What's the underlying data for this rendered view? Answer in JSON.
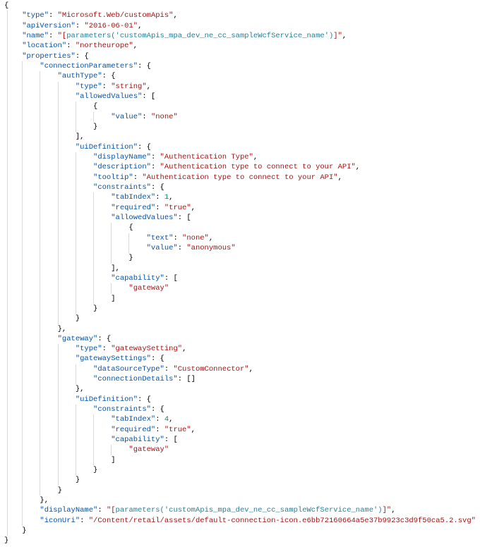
{
  "lines": [
    [
      0,
      [
        [
          "p",
          "{"
        ]
      ]
    ],
    [
      1,
      [
        [
          "k",
          "\"type\""
        ],
        [
          "p",
          ": "
        ],
        [
          "s",
          "\"Microsoft.Web/customApis\""
        ],
        [
          "p",
          ","
        ]
      ]
    ],
    [
      1,
      [
        [
          "k",
          "\"apiVersion\""
        ],
        [
          "p",
          ": "
        ],
        [
          "s",
          "\"2016-06-01\""
        ],
        [
          "p",
          ","
        ]
      ]
    ],
    [
      1,
      [
        [
          "k",
          "\"name\""
        ],
        [
          "p",
          ": "
        ],
        [
          "s",
          "\"["
        ],
        [
          "t",
          "parameters('customApis_mpa_dev_ne_cc_sampleWcfService_name')"
        ],
        [
          "s",
          "]\""
        ],
        [
          "p",
          ","
        ]
      ]
    ],
    [
      1,
      [
        [
          "k",
          "\"location\""
        ],
        [
          "p",
          ": "
        ],
        [
          "s",
          "\"northeurope\""
        ],
        [
          "p",
          ","
        ]
      ]
    ],
    [
      1,
      [
        [
          "k",
          "\"properties\""
        ],
        [
          "p",
          ": {"
        ]
      ]
    ],
    [
      2,
      [
        [
          "k",
          "\"connectionParameters\""
        ],
        [
          "p",
          ": {"
        ]
      ]
    ],
    [
      3,
      [
        [
          "k",
          "\"authType\""
        ],
        [
          "p",
          ": {"
        ]
      ]
    ],
    [
      4,
      [
        [
          "k",
          "\"type\""
        ],
        [
          "p",
          ": "
        ],
        [
          "s",
          "\"string\""
        ],
        [
          "p",
          ","
        ]
      ]
    ],
    [
      4,
      [
        [
          "k",
          "\"allowedValues\""
        ],
        [
          "p",
          ": ["
        ]
      ]
    ],
    [
      5,
      [
        [
          "p",
          "{"
        ]
      ]
    ],
    [
      6,
      [
        [
          "k",
          "\"value\""
        ],
        [
          "p",
          ": "
        ],
        [
          "s",
          "\"none\""
        ]
      ]
    ],
    [
      5,
      [
        [
          "p",
          "}"
        ]
      ]
    ],
    [
      4,
      [
        [
          "p",
          "],"
        ]
      ]
    ],
    [
      4,
      [
        [
          "k",
          "\"uiDefinition\""
        ],
        [
          "p",
          ": {"
        ]
      ]
    ],
    [
      5,
      [
        [
          "k",
          "\"displayName\""
        ],
        [
          "p",
          ": "
        ],
        [
          "s",
          "\"Authentication Type\""
        ],
        [
          "p",
          ","
        ]
      ]
    ],
    [
      5,
      [
        [
          "k",
          "\"description\""
        ],
        [
          "p",
          ": "
        ],
        [
          "s",
          "\"Authentication type to connect to your API\""
        ],
        [
          "p",
          ","
        ]
      ]
    ],
    [
      5,
      [
        [
          "k",
          "\"tooltip\""
        ],
        [
          "p",
          ": "
        ],
        [
          "s",
          "\"Authentication type to connect to your API\""
        ],
        [
          "p",
          ","
        ]
      ]
    ],
    [
      5,
      [
        [
          "k",
          "\"constraints\""
        ],
        [
          "p",
          ": {"
        ]
      ]
    ],
    [
      6,
      [
        [
          "k",
          "\"tabIndex\""
        ],
        [
          "p",
          ": "
        ],
        [
          "n",
          "1"
        ],
        [
          "p",
          ","
        ]
      ]
    ],
    [
      6,
      [
        [
          "k",
          "\"required\""
        ],
        [
          "p",
          ": "
        ],
        [
          "s",
          "\"true\""
        ],
        [
          "p",
          ","
        ]
      ]
    ],
    [
      6,
      [
        [
          "k",
          "\"allowedValues\""
        ],
        [
          "p",
          ": ["
        ]
      ]
    ],
    [
      7,
      [
        [
          "p",
          "{"
        ]
      ]
    ],
    [
      8,
      [
        [
          "k",
          "\"text\""
        ],
        [
          "p",
          ": "
        ],
        [
          "s",
          "\"none\""
        ],
        [
          "p",
          ","
        ]
      ]
    ],
    [
      8,
      [
        [
          "k",
          "\"value\""
        ],
        [
          "p",
          ": "
        ],
        [
          "s",
          "\"anonymous\""
        ]
      ]
    ],
    [
      7,
      [
        [
          "p",
          "}"
        ]
      ]
    ],
    [
      6,
      [
        [
          "p",
          "],"
        ]
      ]
    ],
    [
      6,
      [
        [
          "k",
          "\"capability\""
        ],
        [
          "p",
          ": ["
        ]
      ]
    ],
    [
      7,
      [
        [
          "s",
          "\"gateway\""
        ]
      ]
    ],
    [
      6,
      [
        [
          "p",
          "]"
        ]
      ]
    ],
    [
      5,
      [
        [
          "p",
          "}"
        ]
      ]
    ],
    [
      4,
      [
        [
          "p",
          "}"
        ]
      ]
    ],
    [
      3,
      [
        [
          "p",
          "},"
        ]
      ]
    ],
    [
      3,
      [
        [
          "k",
          "\"gateway\""
        ],
        [
          "p",
          ": {"
        ]
      ]
    ],
    [
      4,
      [
        [
          "k",
          "\"type\""
        ],
        [
          "p",
          ": "
        ],
        [
          "s",
          "\"gatewaySetting\""
        ],
        [
          "p",
          ","
        ]
      ]
    ],
    [
      4,
      [
        [
          "k",
          "\"gatewaySettings\""
        ],
        [
          "p",
          ": {"
        ]
      ]
    ],
    [
      5,
      [
        [
          "k",
          "\"dataSourceType\""
        ],
        [
          "p",
          ": "
        ],
        [
          "s",
          "\"CustomConnector\""
        ],
        [
          "p",
          ","
        ]
      ]
    ],
    [
      5,
      [
        [
          "k",
          "\"connectionDetails\""
        ],
        [
          "p",
          ": []"
        ]
      ]
    ],
    [
      4,
      [
        [
          "p",
          "},"
        ]
      ]
    ],
    [
      4,
      [
        [
          "k",
          "\"uiDefinition\""
        ],
        [
          "p",
          ": {"
        ]
      ]
    ],
    [
      5,
      [
        [
          "k",
          "\"constraints\""
        ],
        [
          "p",
          ": {"
        ]
      ]
    ],
    [
      6,
      [
        [
          "k",
          "\"tabIndex\""
        ],
        [
          "p",
          ": "
        ],
        [
          "n",
          "4"
        ],
        [
          "p",
          ","
        ]
      ]
    ],
    [
      6,
      [
        [
          "k",
          "\"required\""
        ],
        [
          "p",
          ": "
        ],
        [
          "s",
          "\"true\""
        ],
        [
          "p",
          ","
        ]
      ]
    ],
    [
      6,
      [
        [
          "k",
          "\"capability\""
        ],
        [
          "p",
          ": ["
        ]
      ]
    ],
    [
      7,
      [
        [
          "s",
          "\"gateway\""
        ]
      ]
    ],
    [
      6,
      [
        [
          "p",
          "]"
        ]
      ]
    ],
    [
      5,
      [
        [
          "p",
          "}"
        ]
      ]
    ],
    [
      4,
      [
        [
          "p",
          "}"
        ]
      ]
    ],
    [
      3,
      [
        [
          "p",
          "}"
        ]
      ]
    ],
    [
      2,
      [
        [
          "p",
          "},"
        ]
      ]
    ],
    [
      2,
      [
        [
          "k",
          "\"displayName\""
        ],
        [
          "p",
          ": "
        ],
        [
          "s",
          "\"["
        ],
        [
          "t",
          "parameters('customApis_mpa_dev_ne_cc_sampleWcfService_name')"
        ],
        [
          "s",
          "]\""
        ],
        [
          "p",
          ","
        ]
      ]
    ],
    [
      2,
      [
        [
          "k",
          "\"iconUri\""
        ],
        [
          "p",
          ": "
        ],
        [
          "s",
          "\"/Content/retail/assets/default-connection-icon.e6bb72160664a5e37b9923c3d9f50ca5.2.svg\""
        ]
      ]
    ],
    [
      1,
      [
        [
          "p",
          "}"
        ]
      ]
    ],
    [
      0,
      [
        [
          "p",
          "}"
        ]
      ]
    ]
  ]
}
